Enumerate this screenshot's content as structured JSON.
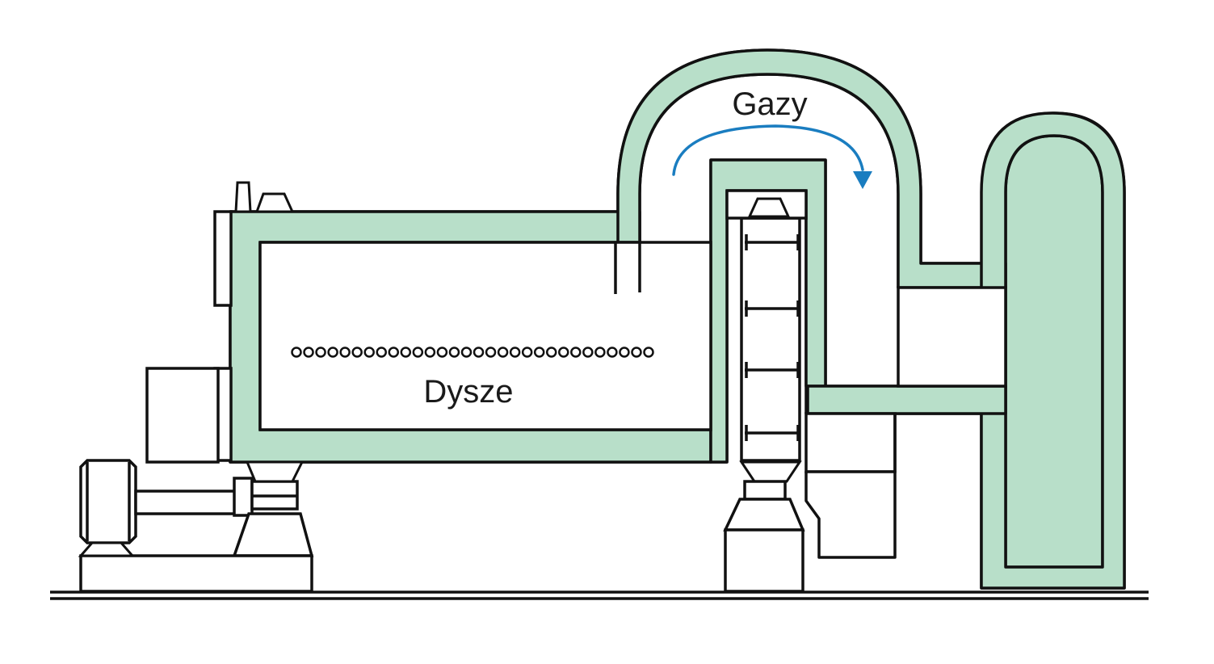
{
  "labels": {
    "gases": "Gazy",
    "nozzles": "Dysze"
  },
  "colors": {
    "duct_fill": "#b8dfc9",
    "outline": "#111111",
    "flow_arrow": "#1a7dc0",
    "background": "#ffffff"
  },
  "icons": {
    "flow_arrow": "curved-arrow-icon",
    "nozzle": "circle-nozzle-icon"
  },
  "nozzle_count": 30
}
